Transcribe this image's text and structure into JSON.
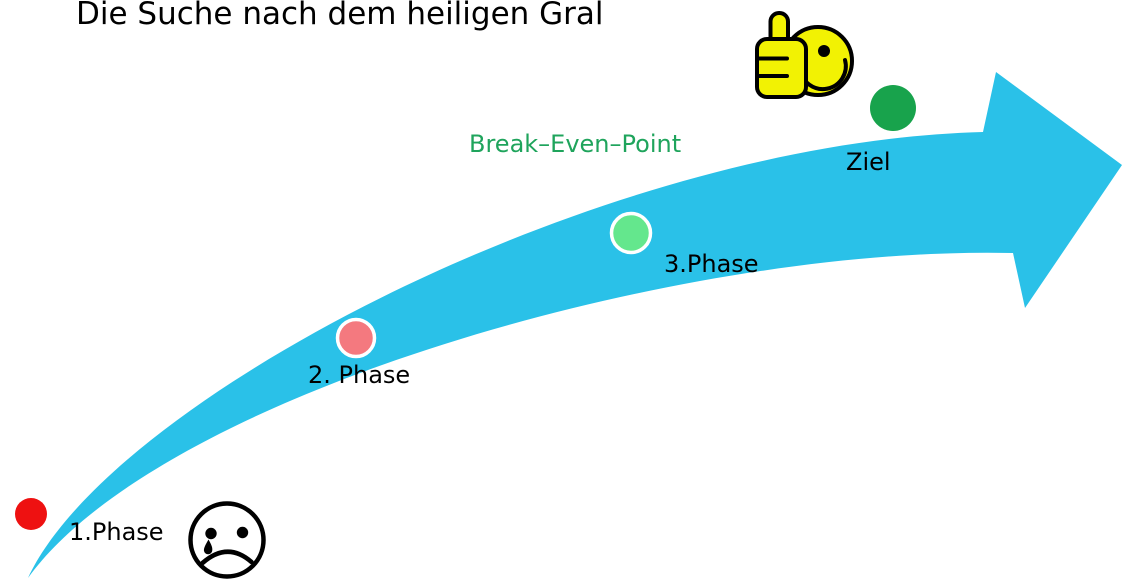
{
  "title": "Die Suche nach dem heiligen Gral",
  "diagram": {
    "arrow_color": "#2AC1E8",
    "text_color": "#000000",
    "marker_ring_color": "#FFFFFF",
    "break_even": {
      "label": "Break–Even–Point",
      "color": "#1FA45C"
    },
    "phases": [
      {
        "label": "1.Phase",
        "dot_color": "#EE1111"
      },
      {
        "label": "2. Phase",
        "dot_color": "#F4797F"
      },
      {
        "label": "3.Phase",
        "dot_color": "#64E78D"
      }
    ],
    "goal": {
      "label": "Ziel",
      "dot_color": "#18A34C"
    }
  },
  "icons": {
    "sad_face": {
      "name": "sad-crying-face",
      "face_color": "#FFFFFF",
      "outline_color": "#000000"
    },
    "thumbs_up": {
      "name": "thumbs-up-smiley",
      "face_color": "#F2F203",
      "outline_color": "#000000"
    }
  }
}
